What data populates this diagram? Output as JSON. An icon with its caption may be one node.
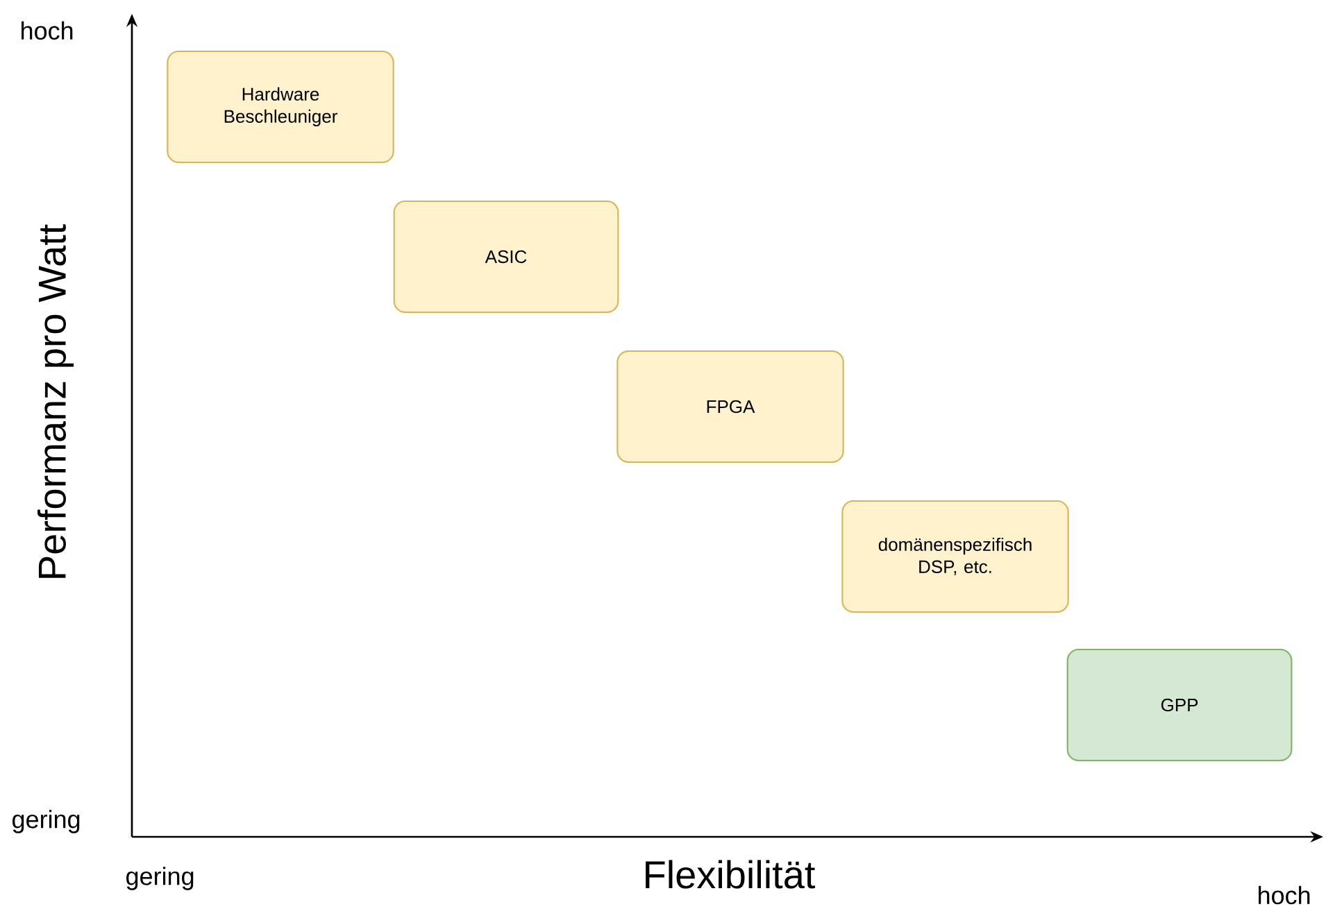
{
  "diagram": {
    "nodes": [
      {
        "text": [
          "Hardware Beschleuniger"
        ]
      },
      {
        "text": [
          "ASIC"
        ]
      },
      {
        "text": [
          "FPGA"
        ]
      },
      {
        "text": [
          "domänenspezifisch DSP, etc."
        ]
      },
      {
        "text": [
          "GPP"
        ]
      }
    ],
    "edges": [],
    "labels": [
      "hoch",
      "Performanz pro Watt",
      "gering",
      "gering",
      "Flexibilität",
      "hoch"
    ]
  }
}
